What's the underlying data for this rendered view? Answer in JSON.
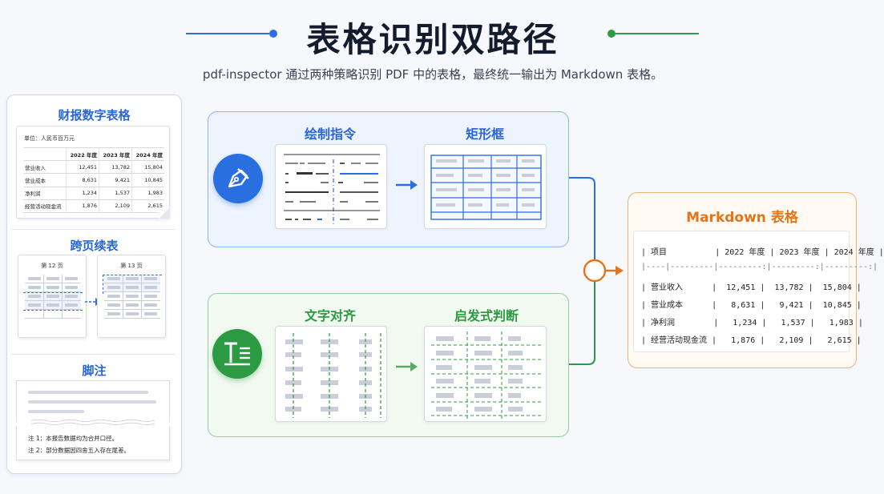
{
  "header": {
    "title": "表格识别双路径",
    "subtitle": "pdf-inspector 通过两种策略识别 PDF 中的表格，最终统一输出为 Markdown 表格。"
  },
  "left_panel": {
    "financial": {
      "title": "财报数字表格",
      "unit": "单位：人民币百万元",
      "headers": [
        "",
        "2022 年度",
        "2023 年度",
        "2024 年度"
      ],
      "rows": [
        [
          "营业收入",
          "12,451",
          "13,782",
          "15,804"
        ],
        [
          "营业成本",
          "8,631",
          "9,421",
          "10,845"
        ],
        [
          "净利润",
          "1,234",
          "1,537",
          "1,983"
        ],
        [
          "经营活动现金流",
          "1,876",
          "2,109",
          "2,615"
        ]
      ]
    },
    "crosspage": {
      "title": "跨页续表",
      "page_a": "第 12 页",
      "page_b": "第 13 页"
    },
    "footnote": {
      "title": "脚注",
      "note1": "注 1：本报告数据均为合并口径。",
      "note2": "注 2：部分数据因四舍五入存在尾差。"
    }
  },
  "flows": {
    "blue": {
      "step1": "绘制指令",
      "step2": "矩形框",
      "icon": "pen-nib-icon"
    },
    "green": {
      "step1": "文字对齐",
      "step2": "启发式判断",
      "icon": "text-align-icon"
    }
  },
  "markdown": {
    "title": "Markdown 表格",
    "lines": [
      "| 项目          | 2022 年度 | 2023 年度 | 2024 年度 |",
      "|----|---------|---------:|---------:|---------:|",
      "| 营业收入      |  12,451 |  13,782 |  15,804 |",
      "| 营业成本      |   8,631 |   9,421 |  10,845 |",
      "| 净利润        |   1,234 |   1,537 |   1,983 |",
      "| 经营活动现金流 |   1,876 |   2,109 |   2,615 |"
    ]
  },
  "colors": {
    "blue": "#2a6fe0",
    "green": "#2b9a42",
    "orange": "#e2741b"
  }
}
